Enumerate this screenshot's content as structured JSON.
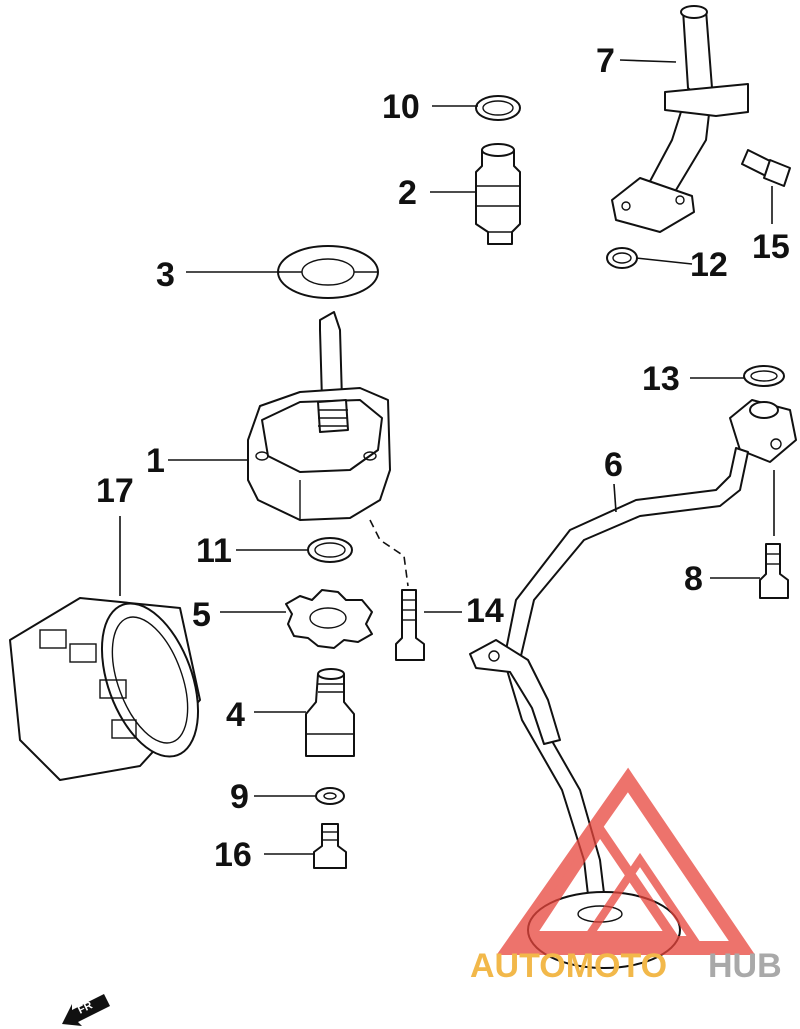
{
  "callouts": {
    "c1": "1",
    "c2": "2",
    "c3": "3",
    "c4": "4",
    "c5": "5",
    "c6": "6",
    "c7": "7",
    "c8": "8",
    "c9": "9",
    "c10": "10",
    "c11": "11",
    "c12": "12",
    "c13": "13",
    "c14": "14",
    "c15": "15",
    "c16": "16",
    "c17": "17"
  },
  "watermark": {
    "part1": "AUTOMOTO",
    "part2": "HUB",
    "color_primary": "#f2b84a",
    "color_secondary": "#a9a9a9",
    "logo_color": "#e8453c"
  },
  "front_marker": "FR"
}
